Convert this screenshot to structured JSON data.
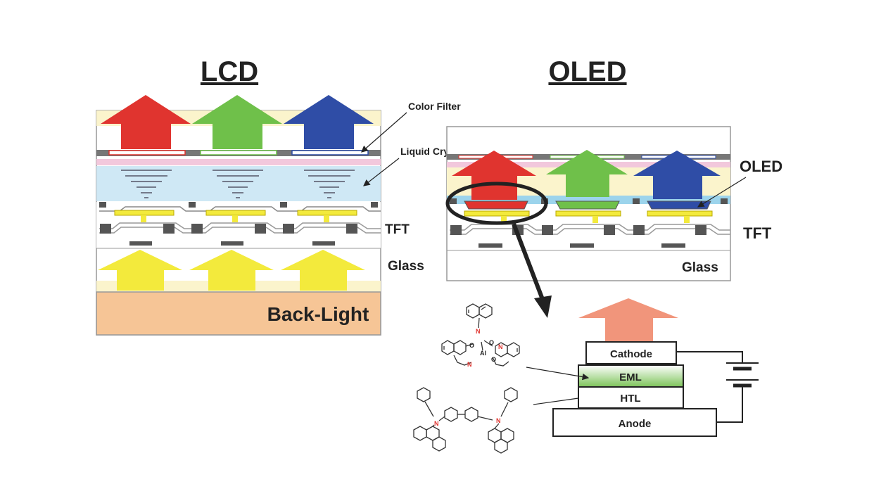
{
  "titles": {
    "lcd": "LCD",
    "oled": "OLED"
  },
  "lcd_labels": {
    "color_filter": "Color Filter",
    "liquid_crystal": "Liquid Crystal",
    "tft": "TFT",
    "glass": "Glass",
    "back_light": "Back-Light"
  },
  "oled_labels": {
    "oled": "OLED",
    "tft": "TFT",
    "glass": "Glass"
  },
  "stack_layers": {
    "cathode": "Cathode",
    "eml": "EML",
    "htl": "HTL",
    "anode": "Anode"
  },
  "molecule_atoms": {
    "n": "N",
    "o": "O",
    "al": "Al"
  },
  "colors": {
    "red": "#e0342f",
    "green": "#6fc04a",
    "blue": "#2f4da6",
    "yellow": "#f3ea3c",
    "backlight": "#f6c596",
    "salmon": "#f1957b",
    "lc_blue": "#cfe8f5",
    "cream": "#fbf4cc",
    "pink": "#f2c8dc",
    "eml_green": "#7dc45a"
  }
}
